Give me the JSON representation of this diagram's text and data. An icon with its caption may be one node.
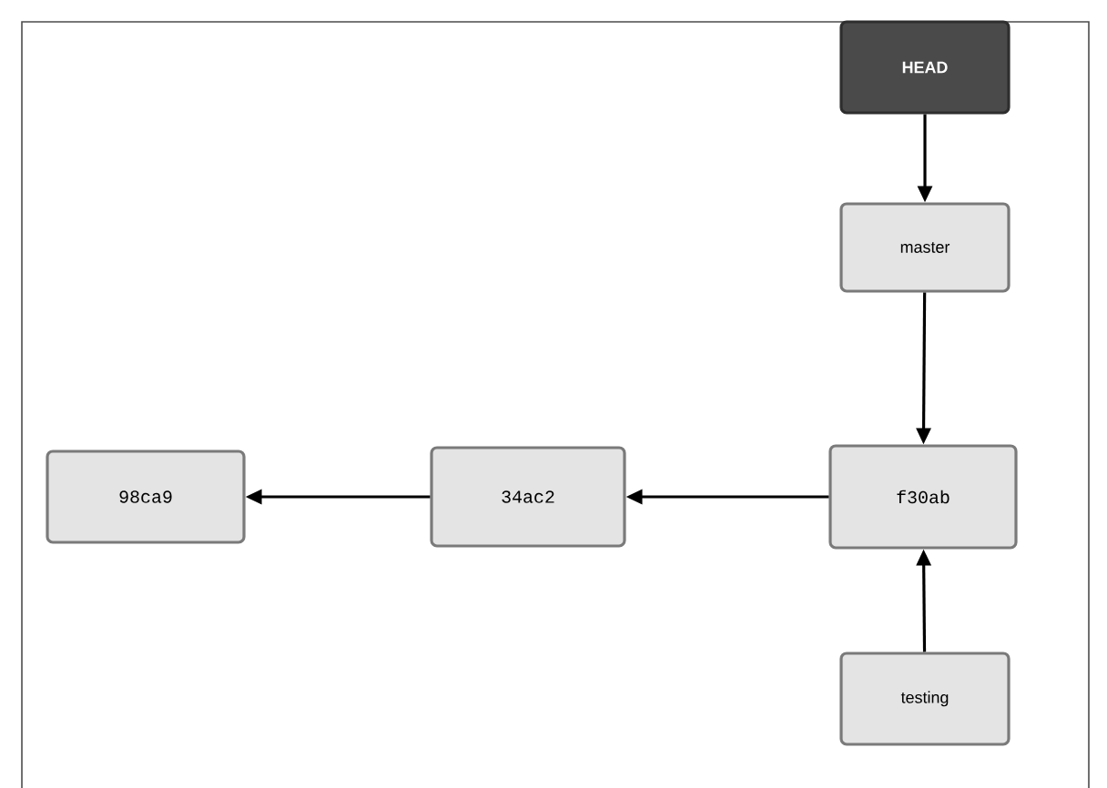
{
  "diagram": {
    "nodes": [
      {
        "text": [
          "HEAD"
        ]
      },
      {
        "text": [
          "master"
        ]
      },
      {
        "text": [
          "98ca9"
        ]
      },
      {
        "text": [
          "34ac2"
        ]
      },
      {
        "text": [
          "f30ab"
        ]
      },
      {
        "text": [
          "testing"
        ]
      }
    ],
    "edges": [
      {
        "from": 0,
        "to": 1,
        "arrow": "to"
      },
      {
        "from": 1,
        "to": 4,
        "arrow": "to"
      },
      {
        "from": 4,
        "to": 3,
        "arrow": "to"
      },
      {
        "from": 3,
        "to": 2,
        "arrow": "to"
      },
      {
        "from": 5,
        "to": 4,
        "arrow": "to"
      }
    ]
  }
}
